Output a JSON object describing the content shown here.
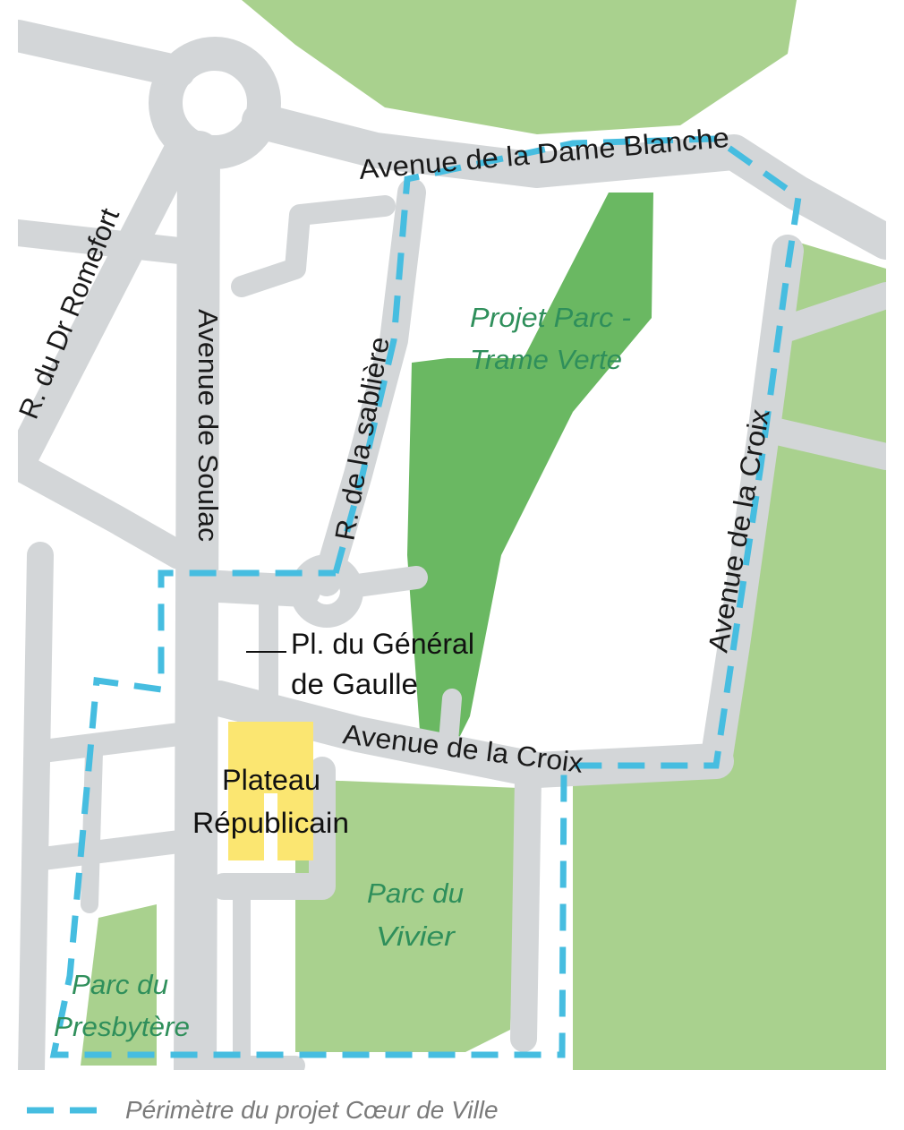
{
  "colors": {
    "road": "#d3d6d8",
    "park_light": "#a9d18e",
    "park_dark": "#6ab862",
    "plateau": "#fbe671",
    "perimeter": "#46bde0",
    "park_label": "#2f8f5b",
    "background": "#ffffff"
  },
  "streets": {
    "dame_blanche": "Avenue de la Dame Blanche",
    "romefort": "R. du Dr Romefort",
    "soulac": "Avenue de Soulac",
    "sabliere": "R. de la sablière",
    "croix_vertical": "Avenue de la Croix",
    "croix_horizontal": "Avenue de la Croix"
  },
  "places": {
    "general_de_gaulle_line1": "Pl. du Général",
    "general_de_gaulle_line2": "de Gaulle",
    "plateau_line1": "Plateau",
    "plateau_line2": "Républicain"
  },
  "parks": {
    "trame_line1": "Projet Parc -",
    "trame_line2": "Trame Verte",
    "vivier_line1": "Parc du",
    "vivier_line2": "Vivier",
    "presbytere_line1": "Parc du",
    "presbytere_line2": "Presbytère"
  },
  "legend": {
    "perimeter_label": "Périmètre du projet Cœur de Ville"
  }
}
